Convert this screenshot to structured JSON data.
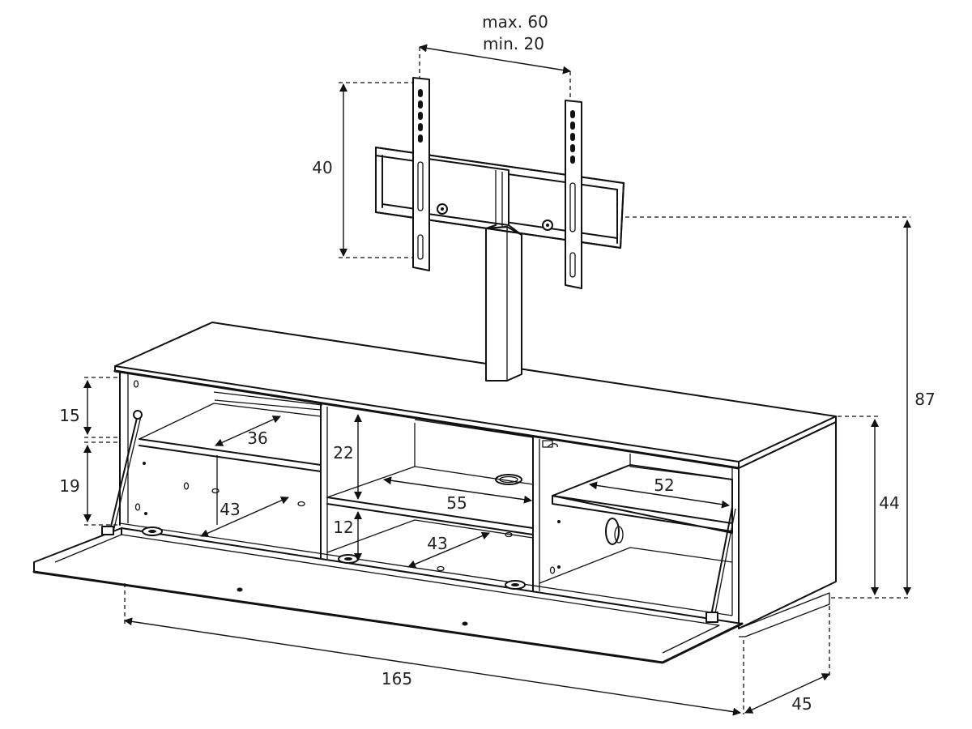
{
  "dimensions": {
    "mount_spacing_max": "max. 60",
    "mount_spacing_min": "min. 20",
    "mount_height": "40",
    "total_height": "87",
    "cabinet_height": "44",
    "width": "165",
    "depth": "45",
    "top_drawer_height": "15",
    "door_height": "19",
    "left_shelf_depth": "36",
    "left_bottom_depth": "43",
    "center_upper_height": "22",
    "center_lower_height": "12",
    "center_shelf_width": "55",
    "center_bottom_depth": "43",
    "right_shelf_width": "52"
  }
}
